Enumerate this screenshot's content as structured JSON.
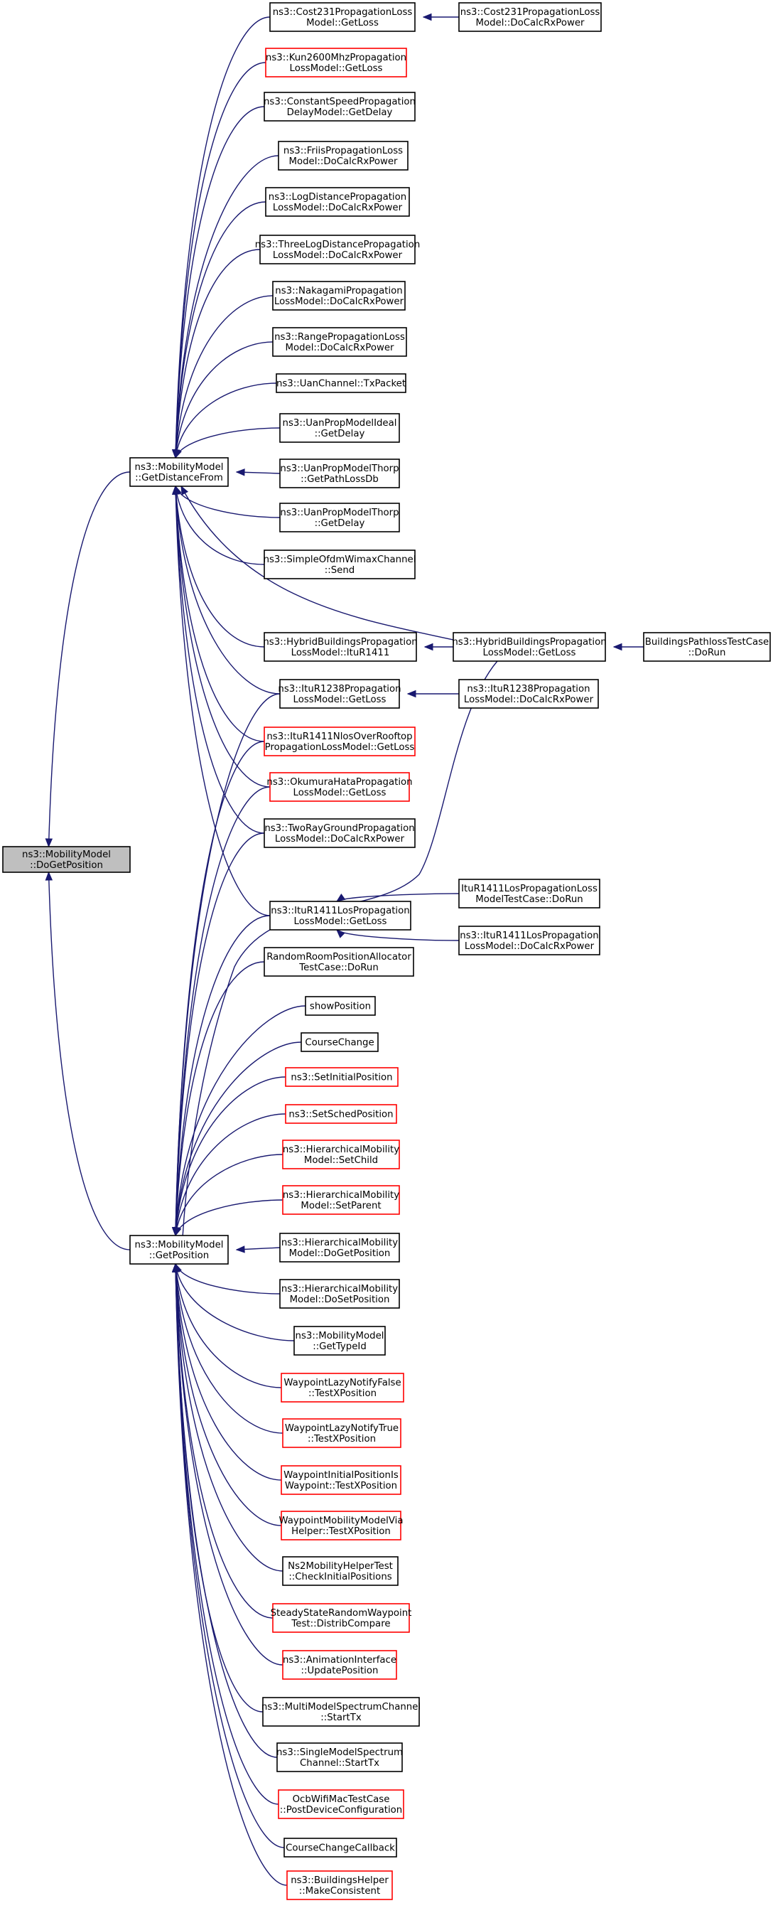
{
  "colors": {
    "edge": "#191970",
    "node_border_normal": "#000000",
    "node_border_truncated": "#ff0000",
    "focus_fill": "#bfbfbf",
    "node_fill": "#ffffff"
  },
  "nodes": [
    {
      "id": "n0",
      "lines": [
        "ns3::MobilityModel",
        "::DoGetPosition"
      ],
      "style": "focus"
    },
    {
      "id": "n1",
      "lines": [
        "ns3::MobilityModel",
        "::GetDistanceFrom"
      ],
      "style": "normal"
    },
    {
      "id": "n2",
      "lines": [
        "ns3::MobilityModel",
        "::GetPosition"
      ],
      "style": "normal"
    },
    {
      "id": "n3",
      "lines": [
        "ns3::Cost231PropagationLoss",
        "Model::GetLoss"
      ],
      "style": "normal"
    },
    {
      "id": "n4",
      "lines": [
        "ns3::Kun2600MhzPropagation",
        "LossModel::GetLoss"
      ],
      "style": "red"
    },
    {
      "id": "n5",
      "lines": [
        "ns3::ConstantSpeedPropagation",
        "DelayModel::GetDelay"
      ],
      "style": "normal"
    },
    {
      "id": "n6",
      "lines": [
        "ns3::FriisPropagationLoss",
        "Model::DoCalcRxPower"
      ],
      "style": "normal"
    },
    {
      "id": "n7",
      "lines": [
        "ns3::LogDistancePropagation",
        "LossModel::DoCalcRxPower"
      ],
      "style": "normal"
    },
    {
      "id": "n8",
      "lines": [
        "ns3::ThreeLogDistancePropagation",
        "LossModel::DoCalcRxPower"
      ],
      "style": "normal"
    },
    {
      "id": "n9",
      "lines": [
        "ns3::NakagamiPropagation",
        "LossModel::DoCalcRxPower"
      ],
      "style": "normal"
    },
    {
      "id": "n10",
      "lines": [
        "ns3::RangePropagationLoss",
        "Model::DoCalcRxPower"
      ],
      "style": "normal"
    },
    {
      "id": "n11",
      "lines": [
        "ns3::UanChannel::TxPacket"
      ],
      "style": "normal"
    },
    {
      "id": "n12",
      "lines": [
        "ns3::UanPropModelIdeal",
        "::GetDelay"
      ],
      "style": "normal"
    },
    {
      "id": "n13",
      "lines": [
        "ns3::UanPropModelThorp",
        "::GetPathLossDb"
      ],
      "style": "normal"
    },
    {
      "id": "n14",
      "lines": [
        "ns3::UanPropModelThorp",
        "::GetDelay"
      ],
      "style": "normal"
    },
    {
      "id": "n15",
      "lines": [
        "ns3::SimpleOfdmWimaxChannel",
        "::Send"
      ],
      "style": "normal"
    },
    {
      "id": "n16",
      "lines": [
        "ns3::HybridBuildingsPropagation",
        "LossModel::ItuR1411"
      ],
      "style": "normal"
    },
    {
      "id": "n17",
      "lines": [
        "ns3::ItuR1238Propagation",
        "LossModel::GetLoss"
      ],
      "style": "normal"
    },
    {
      "id": "n18",
      "lines": [
        "ns3::ItuR1411NlosOverRooftop",
        "PropagationLossModel::GetLoss"
      ],
      "style": "red"
    },
    {
      "id": "n19",
      "lines": [
        "ns3::OkumuraHataPropagation",
        "LossModel::GetLoss"
      ],
      "style": "red"
    },
    {
      "id": "n20",
      "lines": [
        "ns3::TwoRayGroundPropagation",
        "LossModel::DoCalcRxPower"
      ],
      "style": "normal"
    },
    {
      "id": "n21",
      "lines": [
        "ns3::ItuR1411LosPropagation",
        "LossModel::GetLoss"
      ],
      "style": "normal"
    },
    {
      "id": "n22",
      "lines": [
        "RandomRoomPositionAllocator",
        "TestCase::DoRun"
      ],
      "style": "normal"
    },
    {
      "id": "n23",
      "lines": [
        "showPosition"
      ],
      "style": "normal"
    },
    {
      "id": "n24",
      "lines": [
        "CourseChange"
      ],
      "style": "normal"
    },
    {
      "id": "n25",
      "lines": [
        "ns3::SetInitialPosition"
      ],
      "style": "red"
    },
    {
      "id": "n26",
      "lines": [
        "ns3::SetSchedPosition"
      ],
      "style": "red"
    },
    {
      "id": "n27",
      "lines": [
        "ns3::HierarchicalMobility",
        "Model::SetChild"
      ],
      "style": "red"
    },
    {
      "id": "n28",
      "lines": [
        "ns3::HierarchicalMobility",
        "Model::SetParent"
      ],
      "style": "red"
    },
    {
      "id": "n29",
      "lines": [
        "ns3::HierarchicalMobility",
        "Model::DoGetPosition"
      ],
      "style": "normal"
    },
    {
      "id": "n30",
      "lines": [
        "ns3::HierarchicalMobility",
        "Model::DoSetPosition"
      ],
      "style": "normal"
    },
    {
      "id": "n31",
      "lines": [
        "ns3::MobilityModel",
        "::GetTypeId"
      ],
      "style": "normal"
    },
    {
      "id": "n32",
      "lines": [
        "WaypointLazyNotifyFalse",
        "::TestXPosition"
      ],
      "style": "red"
    },
    {
      "id": "n33",
      "lines": [
        "WaypointLazyNotifyTrue",
        "::TestXPosition"
      ],
      "style": "red"
    },
    {
      "id": "n34",
      "lines": [
        "WaypointInitialPositionIs",
        "Waypoint::TestXPosition"
      ],
      "style": "red"
    },
    {
      "id": "n35",
      "lines": [
        "WaypointMobilityModelVia",
        "Helper::TestXPosition"
      ],
      "style": "red"
    },
    {
      "id": "n36",
      "lines": [
        "Ns2MobilityHelperTest",
        "::CheckInitialPositions"
      ],
      "style": "normal"
    },
    {
      "id": "n37",
      "lines": [
        "SteadyStateRandomWaypoint",
        "Test::DistribCompare"
      ],
      "style": "red"
    },
    {
      "id": "n38",
      "lines": [
        "ns3::AnimationInterface",
        "::UpdatePosition"
      ],
      "style": "red"
    },
    {
      "id": "n39",
      "lines": [
        "ns3::MultiModelSpectrumChannel",
        "::StartTx"
      ],
      "style": "normal"
    },
    {
      "id": "n40",
      "lines": [
        "ns3::SingleModelSpectrum",
        "Channel::StartTx"
      ],
      "style": "normal"
    },
    {
      "id": "n41",
      "lines": [
        "OcbWifiMacTestCase",
        "::PostDeviceConfiguration"
      ],
      "style": "red"
    },
    {
      "id": "n42",
      "lines": [
        "CourseChangeCallback"
      ],
      "style": "normal"
    },
    {
      "id": "n43",
      "lines": [
        "ns3::BuildingsHelper",
        "::MakeConsistent"
      ],
      "style": "red"
    },
    {
      "id": "n44",
      "lines": [
        "ns3::Cost231PropagationLoss",
        "Model::DoCalcRxPower"
      ],
      "style": "normal"
    },
    {
      "id": "n45",
      "lines": [
        "ns3::HybridBuildingsPropagation",
        "LossModel::GetLoss"
      ],
      "style": "normal"
    },
    {
      "id": "n46",
      "lines": [
        "ns3::ItuR1238Propagation",
        "LossModel::DoCalcRxPower"
      ],
      "style": "normal"
    },
    {
      "id": "n47",
      "lines": [
        "ItuR1411LosPropagationLoss",
        "ModelTestCase::DoRun"
      ],
      "style": "normal"
    },
    {
      "id": "n48",
      "lines": [
        "ns3::ItuR1411LosPropagation",
        "LossModel::DoCalcRxPower"
      ],
      "style": "normal"
    },
    {
      "id": "n49",
      "lines": [
        "BuildingsPathlossTestCase",
        "::DoRun"
      ],
      "style": "normal"
    }
  ],
  "edges": [
    [
      "n1",
      "n0"
    ],
    [
      "n2",
      "n0"
    ],
    [
      "n3",
      "n1"
    ],
    [
      "n4",
      "n1"
    ],
    [
      "n5",
      "n1"
    ],
    [
      "n6",
      "n1"
    ],
    [
      "n7",
      "n1"
    ],
    [
      "n8",
      "n1"
    ],
    [
      "n9",
      "n1"
    ],
    [
      "n10",
      "n1"
    ],
    [
      "n11",
      "n1"
    ],
    [
      "n12",
      "n1"
    ],
    [
      "n13",
      "n1"
    ],
    [
      "n14",
      "n1"
    ],
    [
      "n15",
      "n1"
    ],
    [
      "n45",
      "n1"
    ],
    [
      "n16",
      "n1"
    ],
    [
      "n17",
      "n1"
    ],
    [
      "n18",
      "n1"
    ],
    [
      "n19",
      "n1"
    ],
    [
      "n20",
      "n1"
    ],
    [
      "n21",
      "n1"
    ],
    [
      "n44",
      "n3"
    ],
    [
      "n45",
      "n16"
    ],
    [
      "n49",
      "n45"
    ],
    [
      "n46",
      "n17"
    ],
    [
      "n47",
      "n21"
    ],
    [
      "n48",
      "n21"
    ],
    [
      "n45",
      "n2"
    ],
    [
      "n17",
      "n2"
    ],
    [
      "n18",
      "n2"
    ],
    [
      "n19",
      "n2"
    ],
    [
      "n20",
      "n2"
    ],
    [
      "n21",
      "n2"
    ],
    [
      "n22",
      "n2"
    ],
    [
      "n23",
      "n2"
    ],
    [
      "n24",
      "n2"
    ],
    [
      "n25",
      "n2"
    ],
    [
      "n26",
      "n2"
    ],
    [
      "n27",
      "n2"
    ],
    [
      "n28",
      "n2"
    ],
    [
      "n29",
      "n2"
    ],
    [
      "n30",
      "n2"
    ],
    [
      "n31",
      "n2"
    ],
    [
      "n32",
      "n2"
    ],
    [
      "n33",
      "n2"
    ],
    [
      "n34",
      "n2"
    ],
    [
      "n35",
      "n2"
    ],
    [
      "n36",
      "n2"
    ],
    [
      "n37",
      "n2"
    ],
    [
      "n38",
      "n2"
    ],
    [
      "n39",
      "n2"
    ],
    [
      "n40",
      "n2"
    ],
    [
      "n41",
      "n2"
    ],
    [
      "n42",
      "n2"
    ],
    [
      "n43",
      "n2"
    ]
  ]
}
